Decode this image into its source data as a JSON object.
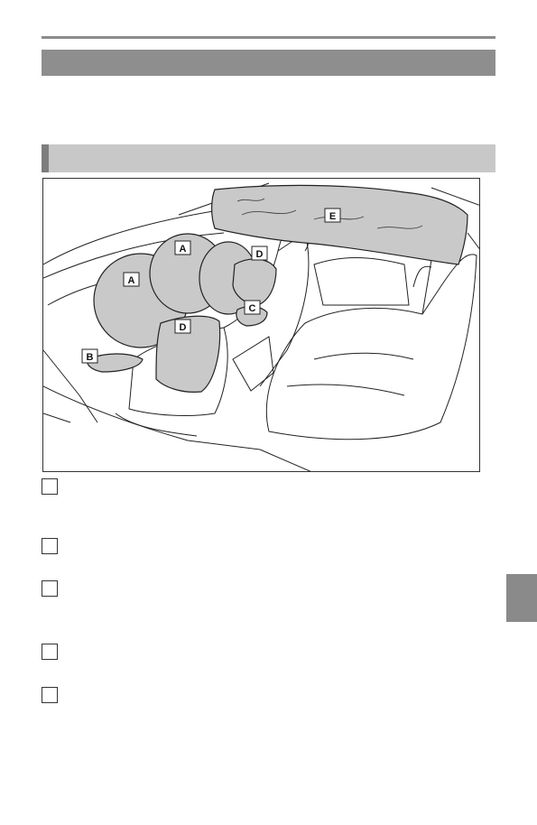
{
  "figure": {
    "labels": {
      "a1": "A",
      "a2": "A",
      "b": "B",
      "c": "C",
      "d1": "D",
      "d2": "D",
      "e": "E"
    }
  },
  "legend_items": [
    {
      "key": ""
    },
    {
      "key": ""
    },
    {
      "key": ""
    },
    {
      "key": ""
    },
    {
      "key": ""
    }
  ]
}
